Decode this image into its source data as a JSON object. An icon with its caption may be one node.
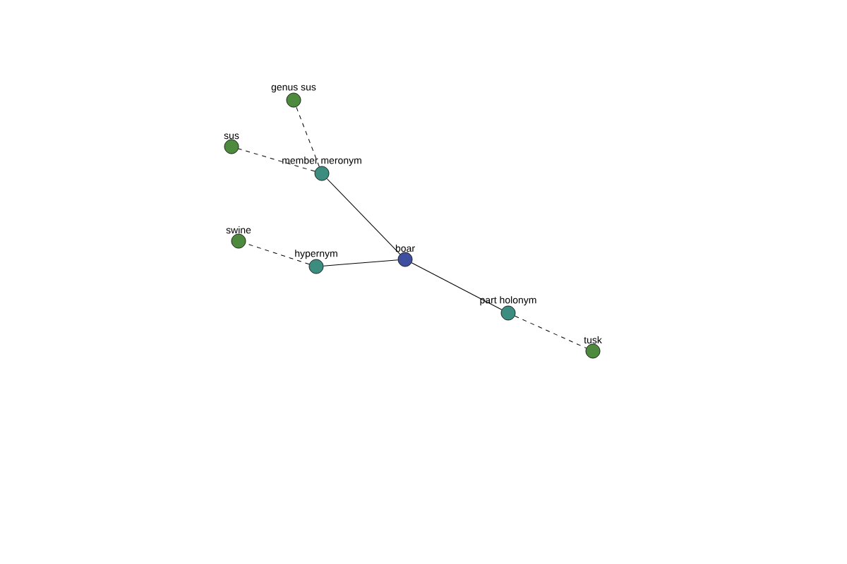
{
  "diagram": {
    "nodes": [
      {
        "text": [
          "boar"
        ]
      },
      {
        "text": [
          "member meronym"
        ]
      },
      {
        "text": [
          "hypernym"
        ]
      },
      {
        "text": [
          "part holonym"
        ]
      },
      {
        "text": [
          "genus sus"
        ]
      },
      {
        "text": [
          "sus"
        ]
      },
      {
        "text": [
          "swine"
        ]
      },
      {
        "text": [
          "tusk"
        ]
      }
    ],
    "edges": [
      {
        "from": 0,
        "to": 1,
        "arrow": "none"
      },
      {
        "from": 0,
        "to": 2,
        "arrow": "none"
      },
      {
        "from": 0,
        "to": 3,
        "arrow": "none"
      },
      {
        "from": 1,
        "to": 4,
        "arrow": "none",
        "style": "dashed"
      },
      {
        "from": 1,
        "to": 5,
        "arrow": "none",
        "style": "dashed"
      },
      {
        "from": 2,
        "to": 6,
        "arrow": "none",
        "style": "dashed"
      },
      {
        "from": 3,
        "to": 7,
        "arrow": "none",
        "style": "dashed"
      }
    ]
  }
}
